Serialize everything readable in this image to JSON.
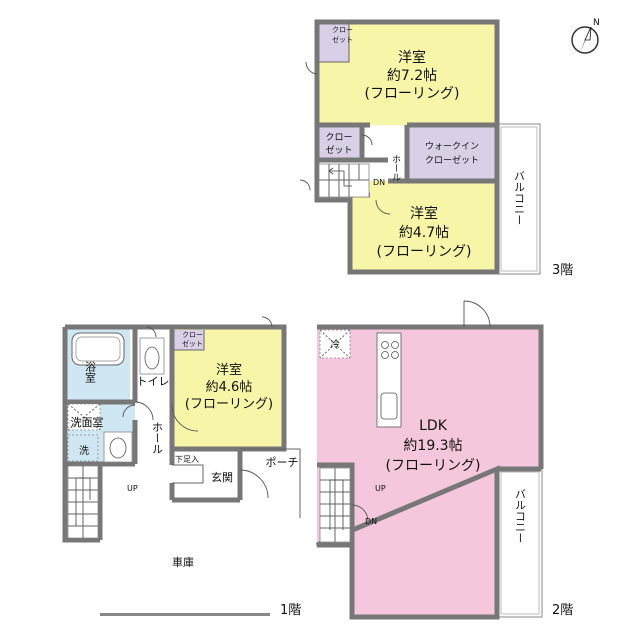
{
  "colors": {
    "western_room": "#f7f5a8",
    "ldk": "#f5c7dc",
    "closet": "#d9d0e8",
    "wet_area": "#cfe6f3",
    "wall": "#777777",
    "balcony": "#ffffff"
  },
  "compass": {
    "label": "N",
    "icon": "north-arrow-icon"
  },
  "floor3": {
    "level": "3階",
    "room_large": {
      "name": "洋室",
      "size": "約7.2帖",
      "floor": "(フローリング)"
    },
    "room_small": {
      "name": "洋室",
      "size": "約4.7帖",
      "floor": "(フローリング)"
    },
    "closet_small_l1": "クロー",
    "closet_small_l2": "ゼット",
    "closet_mid_l1": "クロー",
    "closet_mid_l2": "ゼット",
    "walkin_l1": "ウォークイン",
    "walkin_l2": "クローゼット",
    "hall": "ホール",
    "dn": "DN",
    "balcony": "バルコニー"
  },
  "floor2": {
    "level": "2階",
    "ldk": {
      "name": "LDK",
      "size": "約19.3帖",
      "floor": "(フローリング)"
    },
    "fridge": "冷",
    "up": "UP",
    "dn": "DN",
    "balcony": "バルコニー"
  },
  "floor1": {
    "level": "1階",
    "room": {
      "name": "洋室",
      "size": "約4.6帖",
      "floor": "(フローリング)"
    },
    "closet_l1": "クロー",
    "closet_l2": "ゼット",
    "bath": "浴室",
    "toilet": "トイレ",
    "washroom": "洗面室",
    "washer": "洗",
    "hall": "ホール",
    "footstool": "下足入",
    "entrance": "玄関",
    "porch": "ポーチ",
    "up": "UP",
    "garage": "車庫"
  }
}
